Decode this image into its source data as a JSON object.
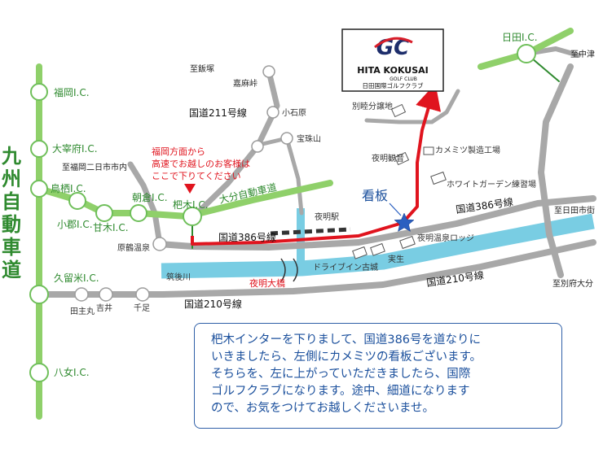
{
  "map": {
    "expressway_name": "九州自動車道",
    "oita_expressway": "大分自動車道",
    "interchanges": {
      "fukuoka": "福岡I.C.",
      "dazaifu": "大宰府I.C.",
      "tosu": "鳥栖I.C.",
      "ogori": "小郡I.C.",
      "amagi": "甘木I.C.",
      "asakura": "朝倉I.C.",
      "haki": "杷木I.C.",
      "kurume": "久留米I.C.",
      "yame": "八女I.C.",
      "hita": "日田I.C."
    },
    "roads": {
      "r211_label": "国道211号線",
      "r386_label_west": "国道386号線",
      "r386_label_east": "国道386号線",
      "r210_label_west": "国道210号線",
      "r210_label_east": "国道210号線",
      "to_iizuka": "至飯塚",
      "to_fukuoka_futsukaichi": "至福岡二日市市内",
      "to_nakatsu": "至中津",
      "to_hita_city": "至日田市街",
      "to_beppu_oita": "至別府大分"
    },
    "places": {
      "kamahei": "嘉麻峠",
      "koishiwara": "小石原",
      "hojusan": "宝珠山",
      "yoake_station": "夜明駅",
      "yoake_kannon": "夜明観音",
      "betsuho": "別睦分譲地",
      "kamemitsu": "カメミツ製造工場",
      "white_garden": "ホワイトガーデン練習場",
      "yoake_onsen_lodge": "夜明温泉ロッジ",
      "drivein_kojo": "ドライブイン古城",
      "jissei": "実生",
      "harazuru_onsen": "原鶴温泉",
      "chikugo_river": "筑後川",
      "yoake_bridge": "夜明大橋",
      "tanushimaru": "田主丸",
      "yoshii": "吉井",
      "chitose": "千足"
    },
    "callout": {
      "line1": "福岡方面から",
      "line2": "高速でお越しのお客様は",
      "line3": "ここで下りてください"
    },
    "signboard_label": "看板",
    "club": {
      "name_en": "HITA KOKUSAI",
      "sub_en": "GOLF CLUB",
      "name_jp": "日田国際ゴルフクラブ"
    },
    "colors": {
      "expressway": "#8fd06a",
      "route": "#e0141e",
      "river": "#79cde3",
      "road": "#a8a8a8",
      "note_text": "#1a4f9c"
    }
  },
  "note": {
    "line1": "杷木インターを下りまして、国道386号を道なりに",
    "line2": "いきましたら、左側にカメミツの看板ございます。",
    "line3": "そちらを、左に上がっていただきましたら、国際",
    "line4": "ゴルフクラブになります。途中、細道になります",
    "line5": "ので、お気をつけてお越しくださいませ。"
  }
}
